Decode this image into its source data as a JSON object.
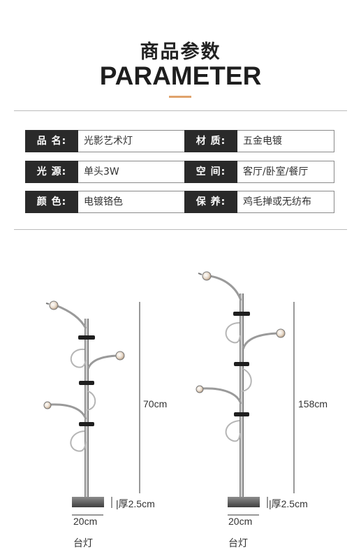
{
  "header": {
    "title_cn": "商品参数",
    "title_en": "PARAMETER",
    "accent_color": "#e0a36c"
  },
  "params": {
    "left": [
      {
        "label": "品 名:",
        "value": "光影艺术灯"
      },
      {
        "label": "光 源:",
        "value": "单头3W"
      },
      {
        "label": "颜 色:",
        "value": "电镀铬色"
      }
    ],
    "right": [
      {
        "label": "材 质:",
        "value": "五金电镀"
      },
      {
        "label": "空 间:",
        "value": "客厅/卧室/餐厅"
      },
      {
        "label": "保 养:",
        "value": "鸡毛掸或无纺布"
      }
    ]
  },
  "lamps": {
    "table": {
      "height": "70cm",
      "thickness": "|厚2.5cm",
      "base_width": "20cm",
      "caption": "台灯"
    },
    "floor": {
      "height": "158cm",
      "thickness": "|厚2.5cm",
      "base_width": "20cm",
      "caption": "台灯"
    }
  }
}
